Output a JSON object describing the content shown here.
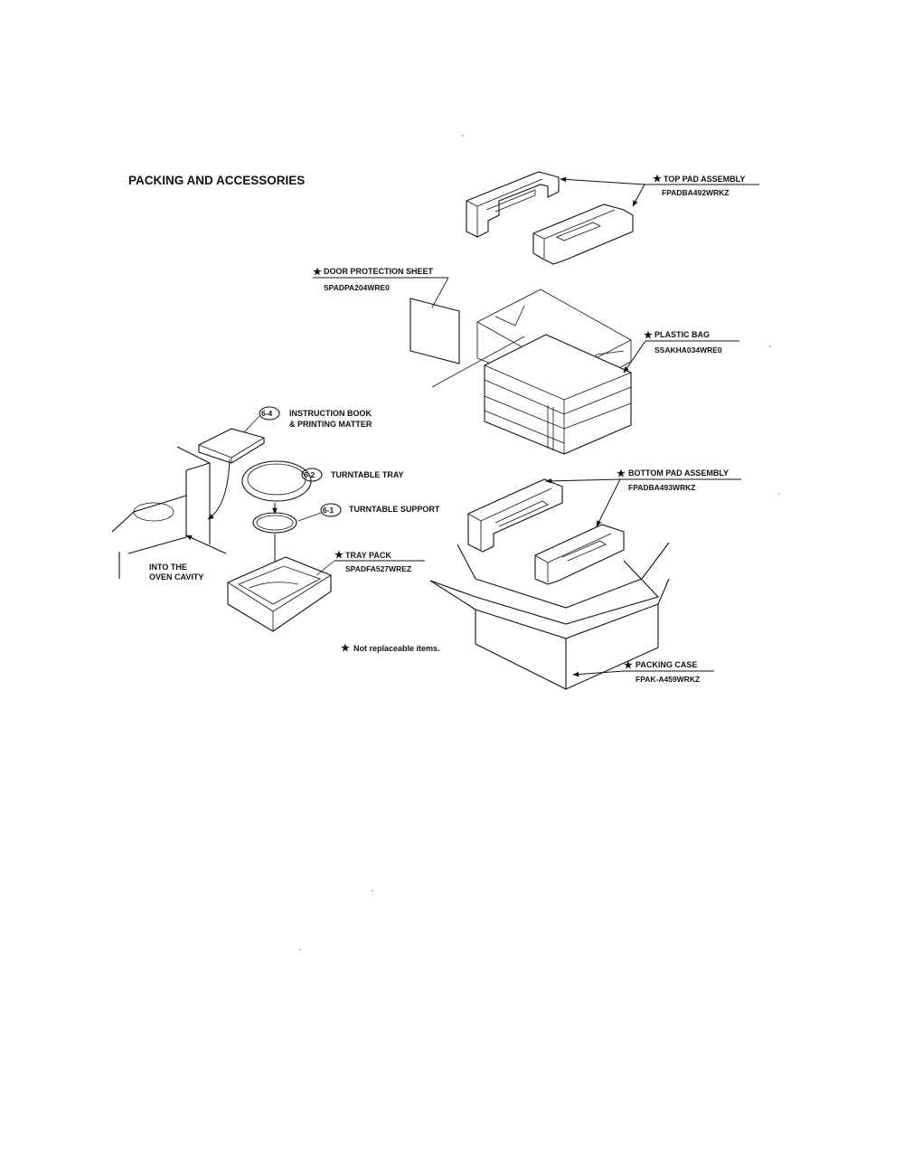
{
  "page": {
    "title": "PACKING AND ACCESSORIES",
    "footnote": "Not replaceable items.",
    "star_symbol": "★"
  },
  "parts": {
    "top_pad": {
      "label": "TOP PAD ASSEMBLY",
      "part_number": "FPADBA492WRKZ",
      "starred": true
    },
    "door_sheet": {
      "label": "DOOR PROTECTION SHEET",
      "part_number": "SPADPA204WRE0",
      "starred": true
    },
    "plastic_bag": {
      "label": "PLASTIC BAG",
      "part_number": "SSAKHA034WRE0",
      "starred": true
    },
    "instruction_book": {
      "ref": "6-4",
      "label_line1": "INSTRUCTION BOOK",
      "label_line2": "& PRINTING MATTER"
    },
    "turntable_tray": {
      "ref": "6-2",
      "label": "TURNTABLE TRAY"
    },
    "turntable_support": {
      "ref": "6-1",
      "label": "TURNTABLE SUPPORT"
    },
    "tray_pack": {
      "label": "TRAY PACK",
      "part_number": "SPADFA527WREZ",
      "starred": true
    },
    "bottom_pad": {
      "label": "BOTTOM PAD ASSEMBLY",
      "part_number": "FPADBA493WRKZ",
      "starred": true
    },
    "packing_case": {
      "label": "PACKING CASE",
      "part_number": "FPAK-A459WRKZ",
      "starred": true
    }
  },
  "annotations": {
    "oven_cavity_line1": "INTO THE",
    "oven_cavity_line2": "OVEN CAVITY"
  }
}
